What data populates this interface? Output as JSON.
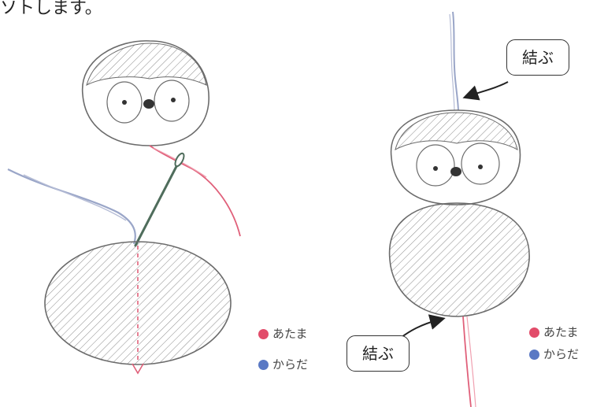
{
  "caption_fragment": "ソトします。",
  "colors": {
    "red_thread": "#e0607a",
    "blue_thread": "#9aa6c8",
    "needle": "#4f6d5c",
    "hatch": "#7a7a7a",
    "outline": "#6b6b6b",
    "legend_red": "#e24c6a",
    "legend_blue": "#5a79c4"
  },
  "left_panel": {
    "legend": [
      {
        "label": "あたま",
        "color": "#e24c6a"
      },
      {
        "label": "からだ",
        "color": "#5a79c4"
      }
    ]
  },
  "right_panel": {
    "callout_top": "結ぶ",
    "callout_bottom": "結ぶ",
    "legend": [
      {
        "label": "あたま",
        "color": "#e24c6a"
      },
      {
        "label": "からだ",
        "color": "#5a79c4"
      }
    ]
  }
}
